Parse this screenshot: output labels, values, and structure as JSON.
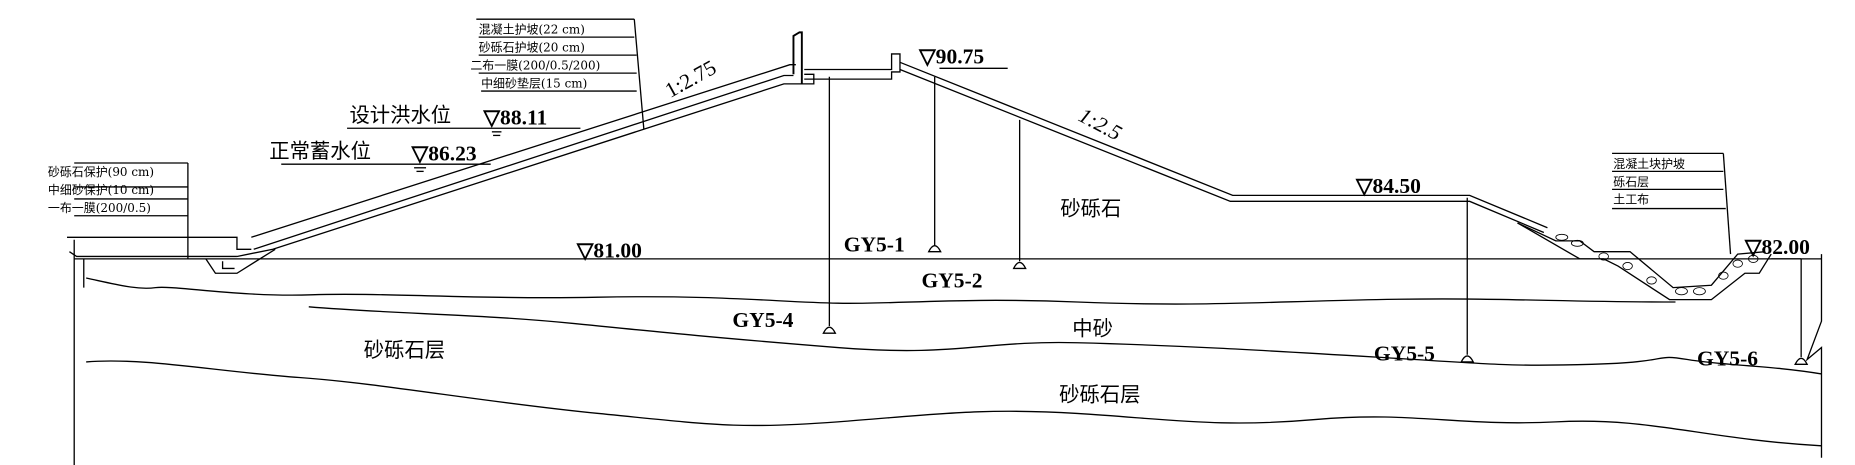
{
  "upstream_callout": [
    "混凝土护坡(22 cm)",
    "砂砾石护坡(20 cm)",
    "二布一膜(200/0.5/200)",
    "中细砂垫层(15 cm)"
  ],
  "left_callout": [
    "砂砾石保护(90 cm)",
    "中细砂保护(10 cm)",
    "一布一膜(200/0.5)"
  ],
  "right_callout": [
    "混凝土块护坡",
    "砾石层",
    "土工布"
  ],
  "water_levels": {
    "design_flood_label": "设计洪水位",
    "design_flood_value": "88.11",
    "normal_label": "正常蓄水位",
    "normal_value": "86.23"
  },
  "elevations": {
    "crest": "90.75",
    "berm": "84.50",
    "base": "81.00",
    "toe": "82.00"
  },
  "slopes": {
    "upstream": "1:2.75",
    "downstream": "1:2.5"
  },
  "materials": {
    "dam_body": "砂砾石",
    "layer_top": "砂砾石层",
    "middle_sand": "中砂",
    "layer_bottom": "砂砾石层"
  },
  "gauges": [
    "GY5-1",
    "GY5-2",
    "GY5-4",
    "GY5-5",
    "GY5-6"
  ],
  "triangle_symbol": "▽"
}
